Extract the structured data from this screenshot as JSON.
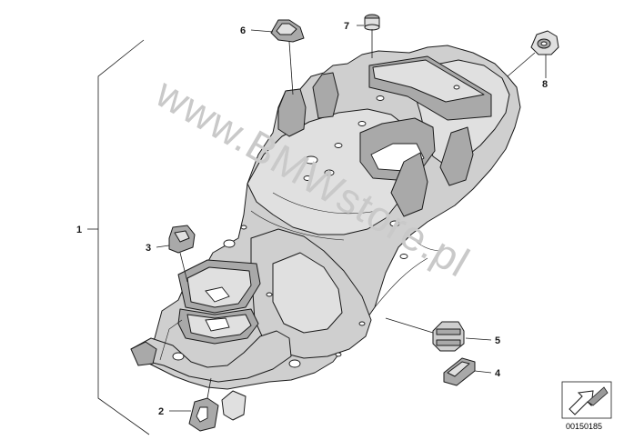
{
  "watermark": "www.BMWstore.pl",
  "diagram_ref": "00150185",
  "callouts": [
    {
      "id": "1",
      "label": "1"
    },
    {
      "id": "2",
      "label": "2"
    },
    {
      "id": "3",
      "label": "3"
    },
    {
      "id": "4",
      "label": "4"
    },
    {
      "id": "5",
      "label": "5"
    },
    {
      "id": "6",
      "label": "6"
    },
    {
      "id": "7",
      "label": "7"
    },
    {
      "id": "8",
      "label": "8"
    }
  ],
  "colors": {
    "part_fill": "#cfcfcf",
    "outline": "#1a1a1a",
    "watermark": "#c9c9c9"
  },
  "icons": {
    "view_direction": "arrow-icon"
  }
}
